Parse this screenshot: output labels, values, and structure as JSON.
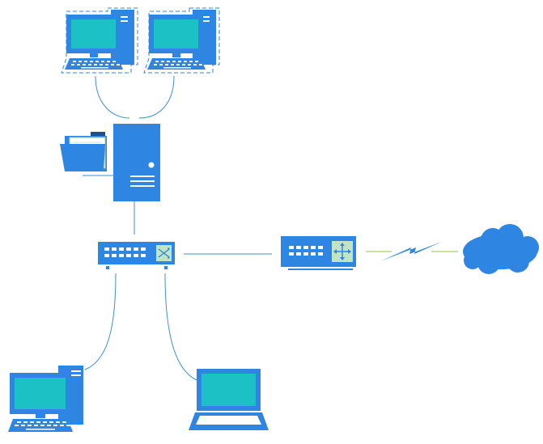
{
  "diagram": {
    "colors": {
      "device_blue": "#2f86e2",
      "screen_teal": "#1bc1c4",
      "link_blue": "#3d8fdd",
      "link_green": "#8cc43c",
      "folder_white": "#ffffff",
      "router_panel": "#bfe5c2",
      "selection_dash": "#2f86e2"
    },
    "nodes": [
      {
        "id": "workstation-1",
        "icon": "desktop-computer-icon",
        "selected": true
      },
      {
        "id": "workstation-2",
        "icon": "desktop-computer-icon",
        "selected": true
      },
      {
        "id": "file-server",
        "icon": "server-tower-icon"
      },
      {
        "id": "shared-folder",
        "icon": "folder-icon"
      },
      {
        "id": "network-switch",
        "icon": "switch-icon"
      },
      {
        "id": "router",
        "icon": "router-icon"
      },
      {
        "id": "wan-link",
        "icon": "lightning-bolt-icon"
      },
      {
        "id": "internet-cloud",
        "icon": "cloud-icon"
      },
      {
        "id": "workstation-3",
        "icon": "desktop-computer-icon"
      },
      {
        "id": "laptop",
        "icon": "laptop-icon"
      }
    ],
    "connections": [
      {
        "from": "workstation-1",
        "to": "file-server",
        "style": "curve"
      },
      {
        "from": "workstation-2",
        "to": "file-server",
        "style": "curve"
      },
      {
        "from": "shared-folder",
        "to": "file-server",
        "style": "straight"
      },
      {
        "from": "file-server",
        "to": "network-switch",
        "style": "straight"
      },
      {
        "from": "network-switch",
        "to": "router",
        "style": "straight"
      },
      {
        "from": "router",
        "to": "wan-link",
        "style": "straight-green"
      },
      {
        "from": "wan-link",
        "to": "internet-cloud",
        "style": "straight-green"
      },
      {
        "from": "network-switch",
        "to": "workstation-3",
        "style": "curve"
      },
      {
        "from": "network-switch",
        "to": "laptop",
        "style": "curve"
      }
    ]
  }
}
